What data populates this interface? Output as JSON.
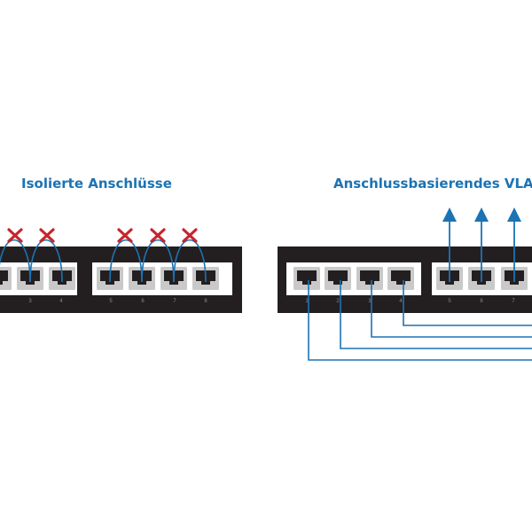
{
  "colors": {
    "title": "#1b73b4",
    "cable": "#1b73b4",
    "switch_body": "#231f20",
    "cross": "#c8242c",
    "port_label": "#8a8a8a"
  },
  "left_diagram": {
    "title": "Isolierte Anschlüsse",
    "port_labels": [
      "3",
      "4",
      "5",
      "6",
      "7",
      "8"
    ],
    "icons": [
      "crossed-out-cable-x-icon",
      "crossed-out-cable-x-icon",
      "crossed-out-cable-x-icon",
      "crossed-out-cable-x-icon",
      "crossed-out-cable-x-icon"
    ]
  },
  "right_diagram": {
    "title": "Anschlussbasierendes VLAN",
    "port_labels": [
      "1",
      "2",
      "3",
      "4",
      "5",
      "6",
      "7"
    ],
    "icons": [
      "uplink-arrow-icon",
      "uplink-arrow-icon",
      "uplink-arrow-icon"
    ]
  }
}
